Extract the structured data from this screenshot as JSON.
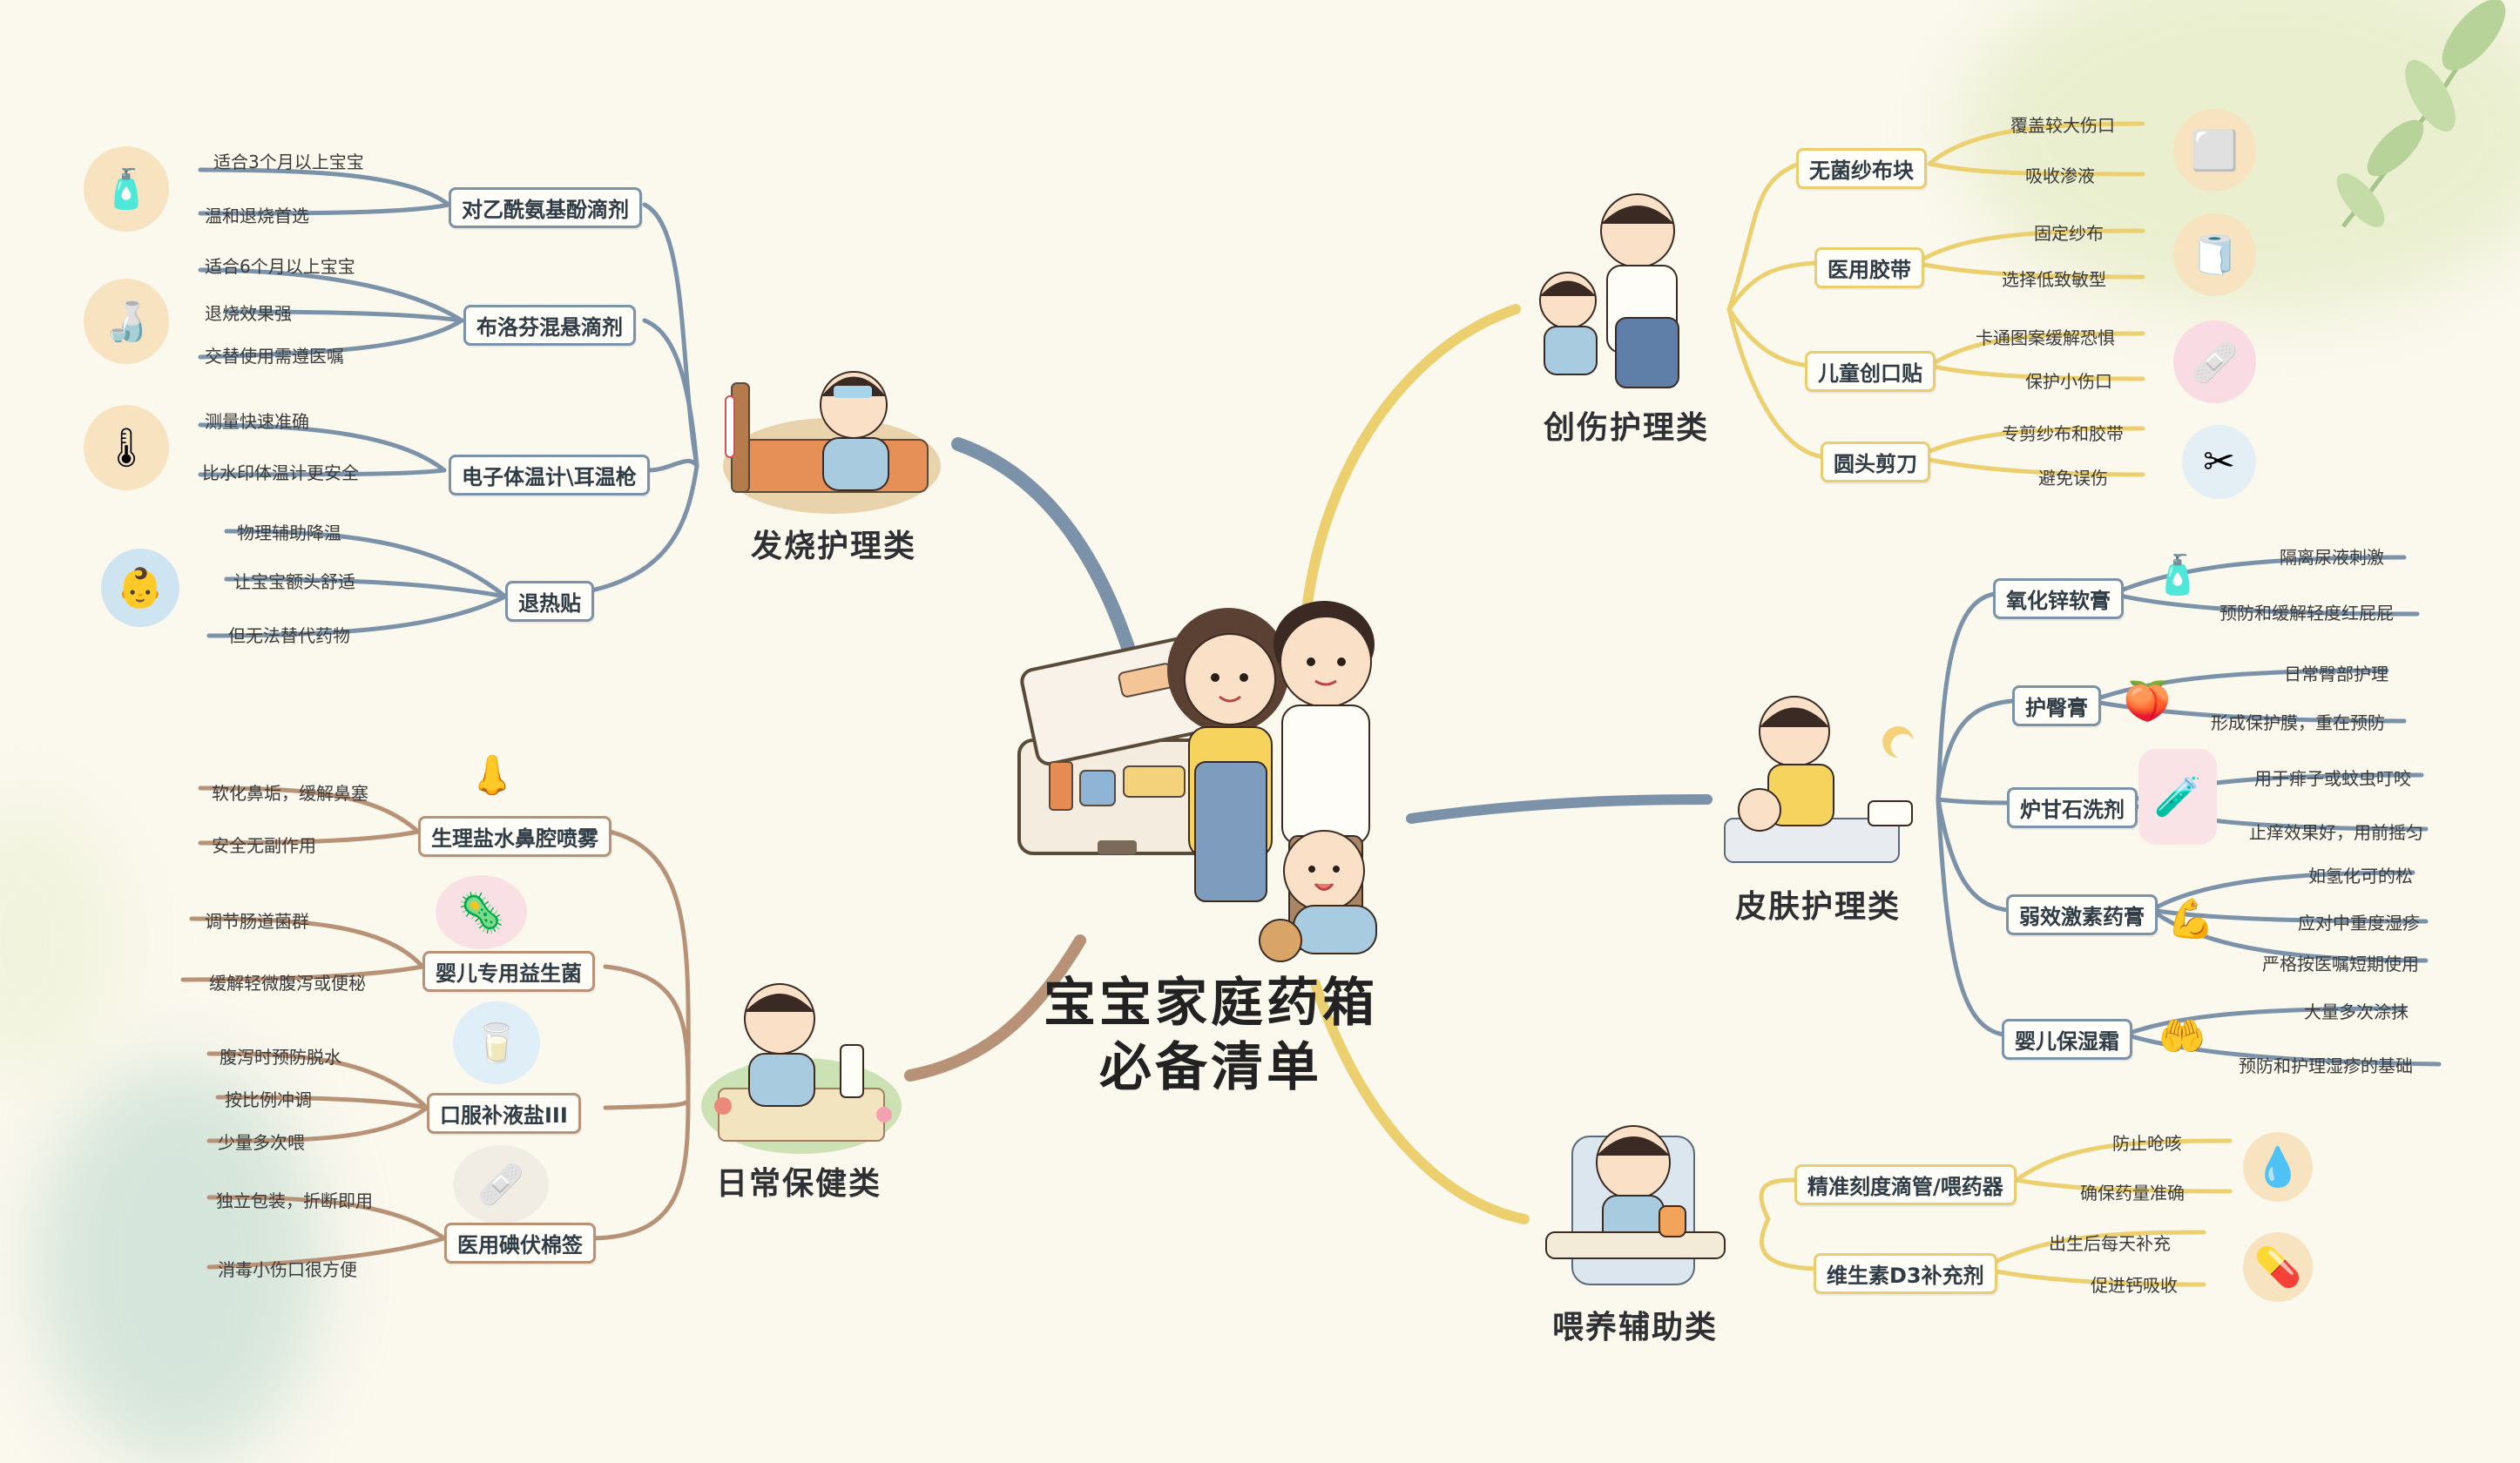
{
  "title_line1": "宝宝家庭药箱",
  "title_line2": "必备清单",
  "branches": {
    "fever": {
      "label": "发烧护理类",
      "items": [
        {
          "name": "对乙酰氨基酚滴剂",
          "leaves": [
            "适合3个月以上宝宝",
            "温和退烧首选"
          ]
        },
        {
          "name": "布洛芬混悬滴剂",
          "leaves": [
            "适合6个月以上宝宝",
            "退烧效果强",
            "交替使用需遵医嘱"
          ]
        },
        {
          "name": "电子体温计\\耳温枪",
          "leaves": [
            "测量快速准确",
            "比水印体温计更安全"
          ]
        },
        {
          "name": "退热贴",
          "leaves": [
            "物理辅助降温",
            "让宝宝额头舒适",
            "但无法替代药物"
          ]
        }
      ]
    },
    "daily": {
      "label": "日常保健类",
      "items": [
        {
          "name": "生理盐水鼻腔喷雾",
          "leaves": [
            "软化鼻垢，缓解鼻塞",
            "安全无副作用"
          ]
        },
        {
          "name": "婴儿专用益生菌",
          "leaves": [
            "调节肠道菌群",
            "缓解轻微腹泻或便秘"
          ]
        },
        {
          "name": "口服补液盐III",
          "leaves": [
            "腹泻时预防脱水",
            "按比例冲调",
            "少量多次喂"
          ]
        },
        {
          "name": "医用碘伏棉签",
          "leaves": [
            "独立包装，折断即用",
            "消毒小伤口很方便"
          ]
        }
      ]
    },
    "wound": {
      "label": "创伤护理类",
      "items": [
        {
          "name": "无菌纱布块",
          "leaves": [
            "覆盖较大伤口",
            "吸收渗液"
          ]
        },
        {
          "name": "医用胶带",
          "leaves": [
            "固定纱布",
            "选择低致敏型"
          ]
        },
        {
          "name": "儿童创口贴",
          "leaves": [
            "卡通图案缓解恐惧",
            "保护小伤口"
          ]
        },
        {
          "name": "圆头剪刀",
          "leaves": [
            "专剪纱布和胶带",
            "避免误伤"
          ]
        }
      ]
    },
    "skin": {
      "label": "皮肤护理类",
      "items": [
        {
          "name": "氧化锌软膏",
          "leaves": [
            "隔离尿液刺激",
            "预防和缓解轻度红屁屁"
          ]
        },
        {
          "name": "护臀膏",
          "leaves": [
            "日常臀部护理",
            "形成保护膜，重在预防"
          ]
        },
        {
          "name": "炉甘石洗剂",
          "leaves": [
            "用于痱子或蚊虫叮咬",
            "止痒效果好，用前摇匀"
          ]
        },
        {
          "name": "弱效激素药膏",
          "leaves": [
            "如氢化可的松",
            "应对中重度湿疹",
            "严格按医嘱短期使用"
          ]
        },
        {
          "name": "婴儿保湿霜",
          "leaves": [
            "大量多次涂抹",
            "预防和护理湿疹的基础"
          ]
        }
      ]
    },
    "feeding": {
      "label": "喂养辅助类",
      "items": [
        {
          "name": "精准刻度滴管/喂药器",
          "leaves": [
            "防止呛咳",
            "确保药量准确"
          ]
        },
        {
          "name": "维生素D3补充剂",
          "leaves": [
            "出生后每天补充",
            "促进钙吸收"
          ]
        }
      ]
    }
  },
  "colors": {
    "fever_line": "#7c92a8",
    "daily_line": "#b89277",
    "wound_line": "#ecd06f",
    "skin_line": "#7c92a8",
    "feeding_line": "#ecd06f",
    "accent_green": "#cfe0a8"
  }
}
